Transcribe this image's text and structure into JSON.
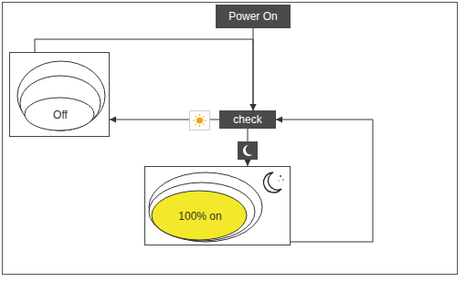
{
  "diagram": {
    "nodes": [
      {
        "text": [
          "Power On"
        ]
      },
      {
        "text": [
          "Off"
        ]
      },
      {
        "text": [
          "check"
        ]
      },
      {
        "text": [
          "100% on"
        ]
      }
    ],
    "edges": [
      {
        "from": 0,
        "to": 2,
        "arrow": "to"
      },
      {
        "from": 1,
        "to": 2,
        "arrow": "to"
      },
      {
        "from": 2,
        "to": 1,
        "arrow": "to"
      },
      {
        "from": 2,
        "to": 3,
        "arrow": "to"
      },
      {
        "from": 3,
        "to": 2,
        "arrow": "to"
      }
    ]
  }
}
